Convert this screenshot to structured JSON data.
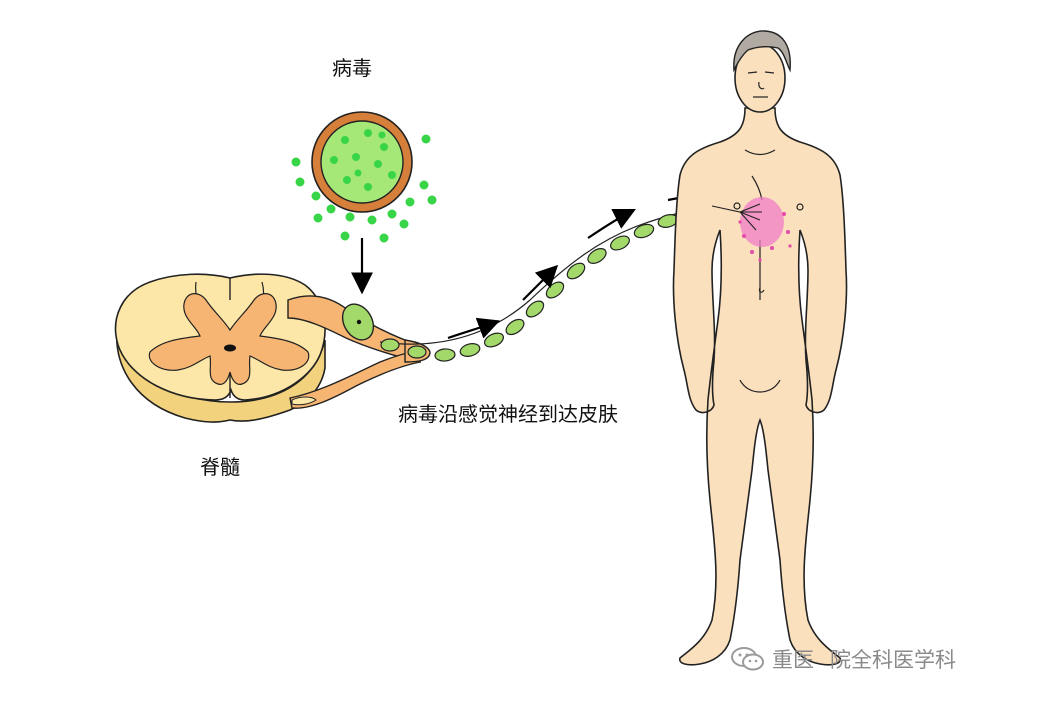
{
  "labels": {
    "virus": "病毒",
    "spinal_cord": "脊髓",
    "pathway": "病毒沿感觉神经到达皮肤"
  },
  "watermark": {
    "part1": "重医",
    "part2": "院全科医学科"
  },
  "colors": {
    "cord_outer": "#fbe6a4",
    "grey_matter": "#f6b572",
    "virus_capsid": "#d57f3b",
    "virus_core": "#39d548",
    "nerve_bead": "#a3d96a",
    "skin": "#fae0bd",
    "rash": "#f07ec8",
    "arrow": "#000000"
  }
}
